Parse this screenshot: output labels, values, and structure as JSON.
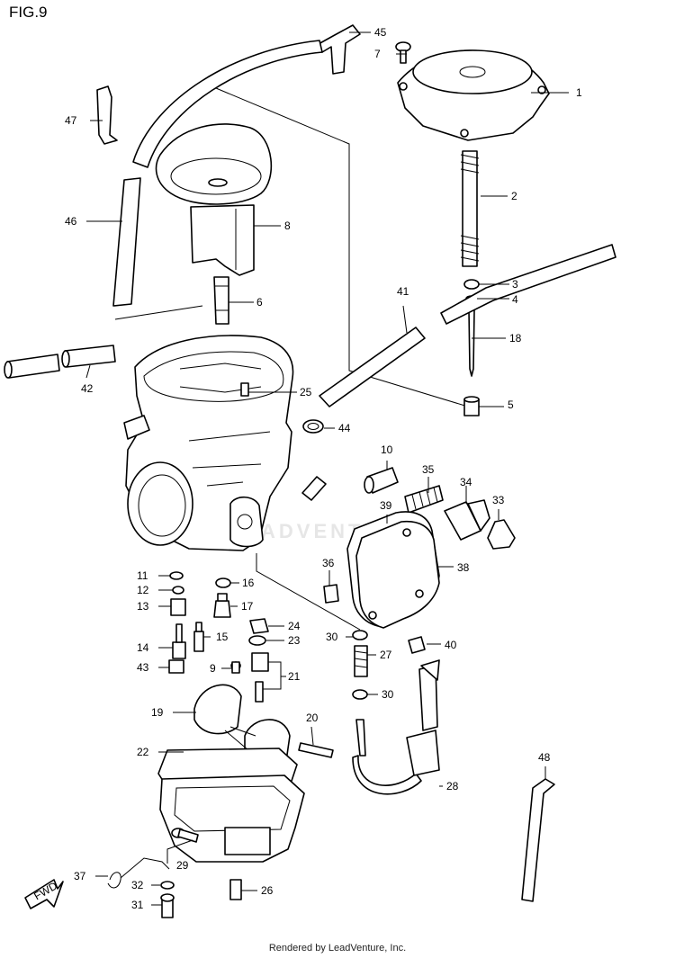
{
  "figure": {
    "title": "FIG.9"
  },
  "footer": {
    "text": "Rendered by LeadVenture, Inc."
  },
  "watermark": {
    "text": "ADVENTURE"
  },
  "fwd_badge": {
    "label": "FWD"
  },
  "callouts": [
    {
      "id": "c1",
      "label": "1"
    },
    {
      "id": "c2",
      "label": "2"
    },
    {
      "id": "c3",
      "label": "3"
    },
    {
      "id": "c4",
      "label": "4"
    },
    {
      "id": "c5",
      "label": "5"
    },
    {
      "id": "c6",
      "label": "6"
    },
    {
      "id": "c7",
      "label": "7"
    },
    {
      "id": "c8",
      "label": "8"
    },
    {
      "id": "c9",
      "label": "9"
    },
    {
      "id": "c10",
      "label": "10"
    },
    {
      "id": "c11",
      "label": "11"
    },
    {
      "id": "c12",
      "label": "12"
    },
    {
      "id": "c13",
      "label": "13"
    },
    {
      "id": "c14",
      "label": "14"
    },
    {
      "id": "c15",
      "label": "15"
    },
    {
      "id": "c16",
      "label": "16"
    },
    {
      "id": "c17",
      "label": "17"
    },
    {
      "id": "c18",
      "label": "18"
    },
    {
      "id": "c19",
      "label": "19"
    },
    {
      "id": "c20",
      "label": "20"
    },
    {
      "id": "c21",
      "label": "21"
    },
    {
      "id": "c22",
      "label": "22"
    },
    {
      "id": "c23",
      "label": "23"
    },
    {
      "id": "c24",
      "label": "24"
    },
    {
      "id": "c25",
      "label": "25"
    },
    {
      "id": "c26",
      "label": "26"
    },
    {
      "id": "c27",
      "label": "27"
    },
    {
      "id": "c28",
      "label": "28"
    },
    {
      "id": "c29",
      "label": "29"
    },
    {
      "id": "c30a",
      "label": "30"
    },
    {
      "id": "c30b",
      "label": "30"
    },
    {
      "id": "c31",
      "label": "31"
    },
    {
      "id": "c32",
      "label": "32"
    },
    {
      "id": "c33",
      "label": "33"
    },
    {
      "id": "c34",
      "label": "34"
    },
    {
      "id": "c35",
      "label": "35"
    },
    {
      "id": "c36",
      "label": "36"
    },
    {
      "id": "c37",
      "label": "37"
    },
    {
      "id": "c38",
      "label": "38"
    },
    {
      "id": "c39",
      "label": "39"
    },
    {
      "id": "c40",
      "label": "40"
    },
    {
      "id": "c41",
      "label": "41"
    },
    {
      "id": "c42",
      "label": "42"
    },
    {
      "id": "c43",
      "label": "43"
    },
    {
      "id": "c44",
      "label": "44"
    },
    {
      "id": "c45",
      "label": "45"
    },
    {
      "id": "c46",
      "label": "46"
    },
    {
      "id": "c47",
      "label": "47"
    },
    {
      "id": "c48",
      "label": "48"
    }
  ]
}
